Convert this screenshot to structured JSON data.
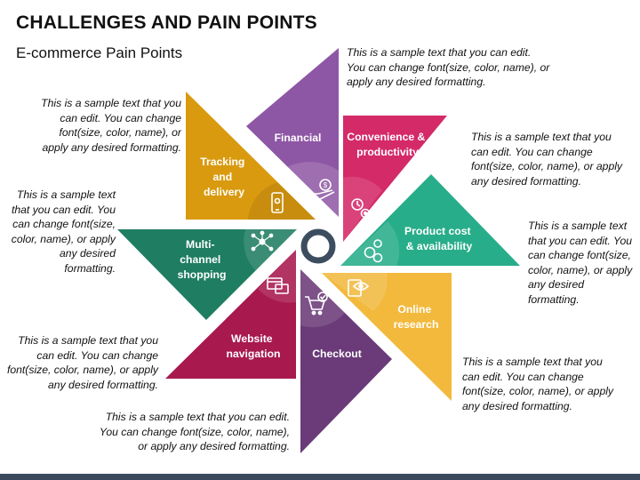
{
  "title": "CHALLENGES AND PAIN POINTS",
  "subtitle": "E-commerce Pain Points",
  "sample_text": "This is a sample text that you can edit. You can change font(size, color, name), or apply any desired formatting.",
  "segments": [
    {
      "id": "financial",
      "label_lines": [
        "Financial"
      ],
      "color": "#8e57a5",
      "icon": "hand-coin-icon"
    },
    {
      "id": "convenience",
      "label_lines": [
        "Convenience &",
        "productivity"
      ],
      "color": "#d42a68",
      "icon": "clock-gear-icon"
    },
    {
      "id": "product-cost",
      "label_lines": [
        "Product cost",
        "& availability"
      ],
      "color": "#28ad8a",
      "icon": "gears-dollar-icon"
    },
    {
      "id": "online-research",
      "label_lines": [
        "Online",
        "research"
      ],
      "color": "#f2b93c",
      "icon": "eye-document-icon"
    },
    {
      "id": "checkout",
      "label_lines": [
        "Checkout"
      ],
      "color": "#6a3b78",
      "icon": "cart-check-icon"
    },
    {
      "id": "website-navigation",
      "label_lines": [
        "Website",
        "navigation"
      ],
      "color": "#a8194e",
      "icon": "browser-window-icon"
    },
    {
      "id": "multi-channel",
      "label_lines": [
        "Multi-",
        "channel",
        "shopping"
      ],
      "color": "#1f7d61",
      "icon": "network-icon"
    },
    {
      "id": "tracking",
      "label_lines": [
        "Tracking",
        "and",
        "delivery"
      ],
      "color": "#d99a10",
      "icon": "phone-tracking-icon"
    }
  ],
  "colors": {
    "center_ring": "#3d4d60",
    "bottom_bar": "#3a4a5c"
  }
}
